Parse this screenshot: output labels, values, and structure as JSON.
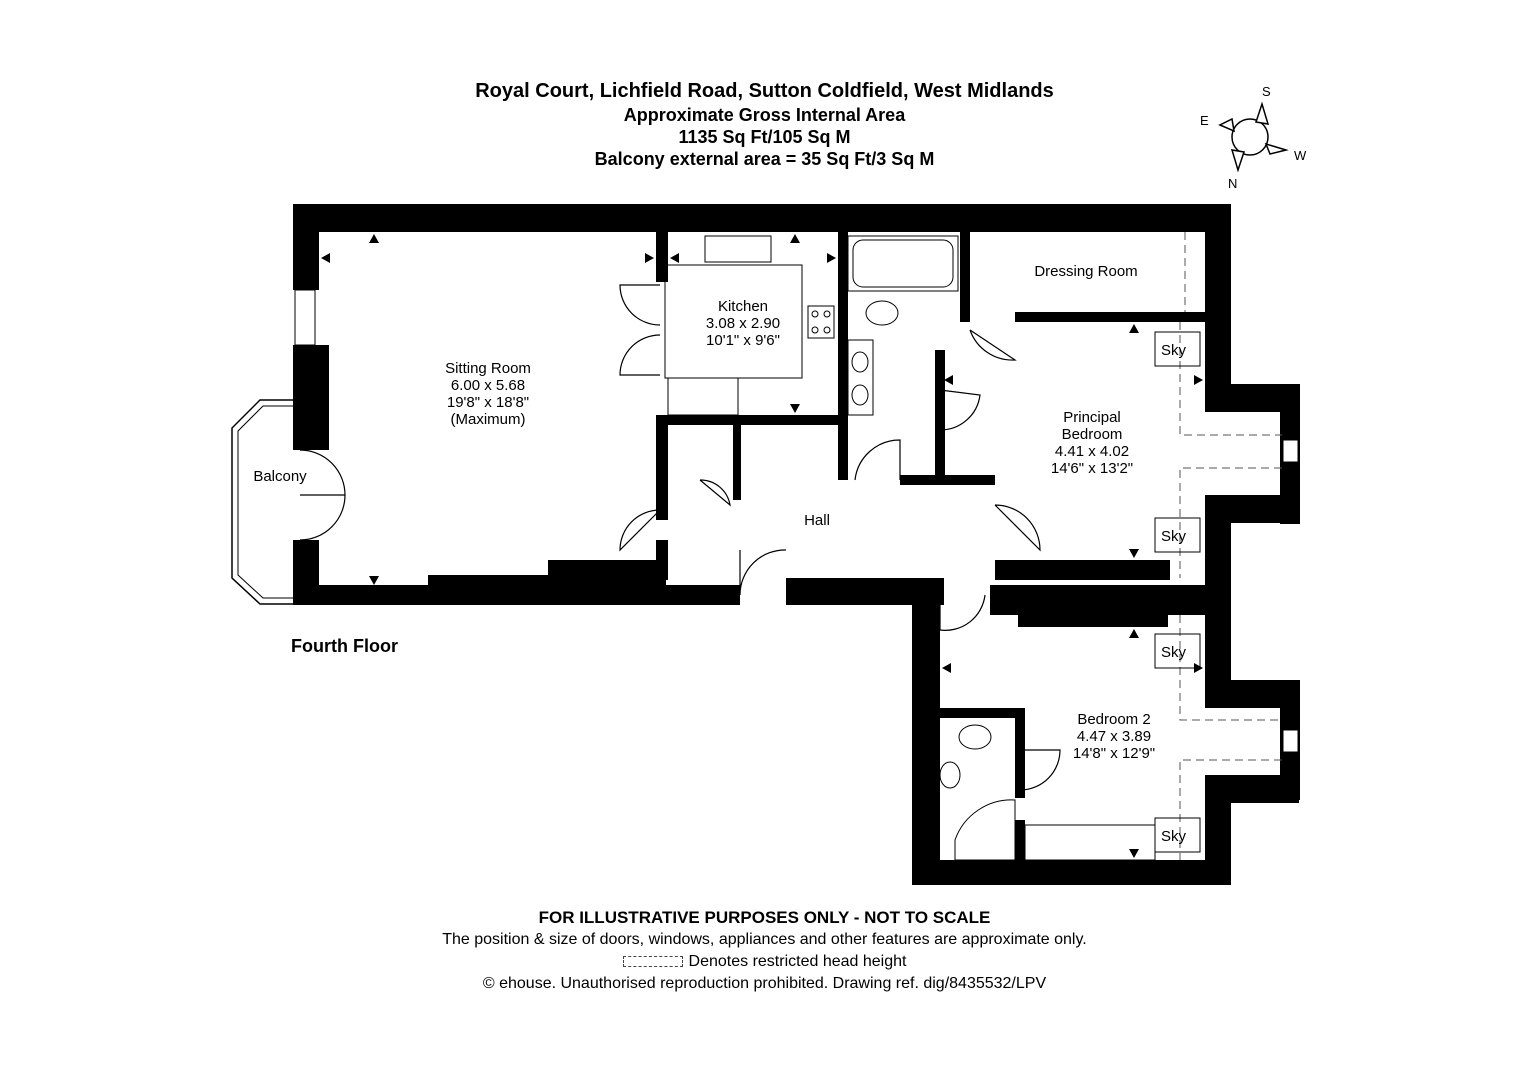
{
  "header": {
    "address": "Royal Court, Lichfield Road, Sutton Coldfield, West Midlands",
    "area_label": "Approximate Gross Internal Area",
    "area_value": "1135 Sq Ft/105 Sq M",
    "balcony_area": "Balcony external area = 35 Sq Ft/3 Sq M"
  },
  "compass": {
    "n": "N",
    "e": "E",
    "s": "S",
    "w": "W"
  },
  "floor_label": "Fourth Floor",
  "rooms": {
    "sitting": {
      "name": "Sitting Room",
      "metric": "6.00 x 5.68",
      "imperial": "19'8\" x 18'8\"",
      "note": "(Maximum)"
    },
    "kitchen": {
      "name": "Kitchen",
      "metric": "3.08 x 2.90",
      "imperial": "10'1\" x 9'6\""
    },
    "balcony": {
      "name": "Balcony"
    },
    "hall": {
      "name": "Hall"
    },
    "dressing": {
      "name": "Dressing Room"
    },
    "principal": {
      "name_line1": "Principal",
      "name_line2": "Bedroom",
      "metric": "4.41 x 4.02",
      "imperial": "14'6\" x 13'2\""
    },
    "bedroom2": {
      "name": "Bedroom 2",
      "metric": "4.47 x 3.89",
      "imperial": "14'8\" x 12'9\""
    },
    "skylight_label": "Sky"
  },
  "footer": {
    "disclaimer": "FOR ILLUSTRATIVE PURPOSES ONLY - NOT TO SCALE",
    "position_note": "The position & size of doors, windows, appliances and other features are approximate only.",
    "legend": "Denotes restricted head height",
    "copyright": "© ehouse. Unauthorised reproduction prohibited. Drawing ref. dig/8435532/LPV"
  }
}
